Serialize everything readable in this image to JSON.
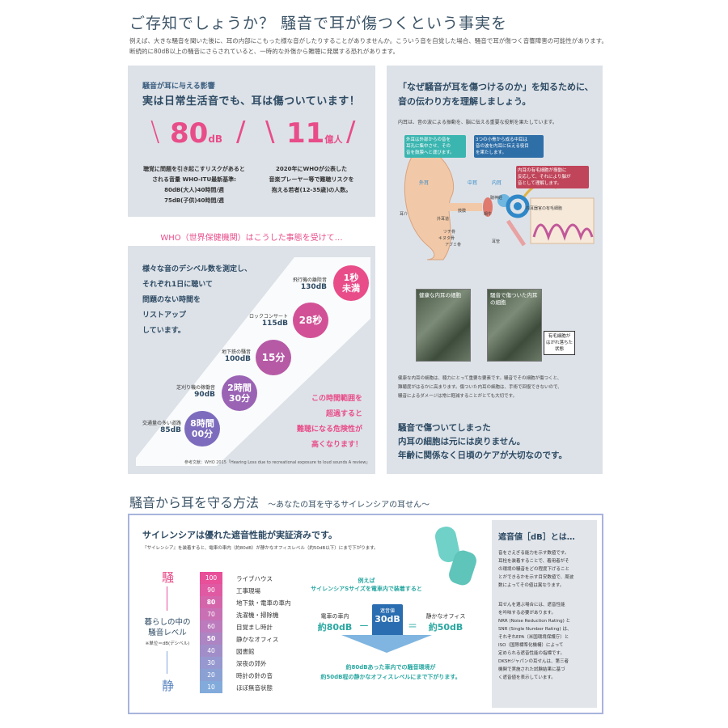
{
  "header": {
    "title": "ご存知でしょうか？ 騒音で耳が傷つくという事実を",
    "intro1": "例えば、大きな騒音を聞いた後に、耳の内部にこもった様な音がしたりすることがありませんか。こういう音を自覚した場合、騒音で耳が傷つく音響障害の可能性があります。",
    "intro2": "断続的に80dB以上の騒音にさらされていると、一時的な外傷から難聴に発展する恐れがあります。"
  },
  "impact": {
    "label": "騒音が耳に与える影響",
    "headline": "実は日常生活音でも、耳は傷ついています！",
    "stat1_num": "80",
    "stat1_unit": "dB",
    "stat2_num": "11",
    "stat2_unit": "億人",
    "text1a": "聴覚に問題を引き起こすリスクがあると",
    "text1b": "される音量  WHO-ITU最新基準:",
    "text1c": "80dB(大人)40時間/週",
    "text1d": "75dB(子供)40時間/週",
    "text2a": "2020年にWHOが公表した",
    "text2b": "音楽プレーヤー等で難聴リスクを",
    "text2c": "抱える若者(12-35歳)の人数。"
  },
  "who": {
    "heading": "WHO（世界保健機関）はこうした事態を受けて…",
    "desc": [
      "様々な音のデシベル数を測定し、",
      "それぞれ1日に聴いて",
      "問題のない時間を",
      "リストアップ",
      "しています。"
    ],
    "items": [
      {
        "label": "飛行機の離陸音",
        "db": "130dB",
        "time1": "1秒",
        "time2": "未満",
        "color": "#e84d8a"
      },
      {
        "label": "ロックコンサート",
        "db": "115dB",
        "time1": "28秒",
        "time2": "",
        "color": "#d25196"
      },
      {
        "label": "地下鉄の騒音",
        "db": "100dB",
        "time1": "15分",
        "time2": "",
        "color": "#b65aa6"
      },
      {
        "label": "芝刈り機の稼働音",
        "db": "90dB",
        "time1": "2時間",
        "time2": "30分",
        "color": "#9a63b4"
      },
      {
        "label": "交通量の多い道路",
        "db": "85dB",
        "time1": "8時間",
        "time2": "00分",
        "color": "#7d6cbd"
      }
    ],
    "warn": [
      "この時間範囲を",
      "超過すると",
      "難聴になる危険性が",
      "高くなります！"
    ],
    "ref": "参考文献：WHO 2015「Hearing Loss due to recreational exposure to loud sounds A review」"
  },
  "ear": {
    "heading1": "「なぜ騒音が耳を傷つけるのか」を知るために、",
    "heading2": "音の伝わり方を理解しましょう。",
    "sub": "内耳は、音の波による振動を、脳に伝える重要な役割を果たしています。",
    "box1": [
      "外耳は外部からの音を",
      "耳孔に集中させ、その",
      "音を鼓膜へと運びます。"
    ],
    "box2": [
      "3つの小骨から成る中耳は",
      "音の波を内耳に伝える役目",
      "を果たします。"
    ],
    "box3": [
      "内耳の有毛細胞が振動に",
      "反応して、それにより脳が",
      "音として理解します。"
    ],
    "lbl_outer": "外耳",
    "lbl_middle": "中耳",
    "lbl_inner": "内耳",
    "parts": [
      "耳介",
      "外耳道",
      "鼓膜",
      "ツチ骨",
      "キヌタ骨",
      "アブミ骨",
      "聴神経",
      "蝸牛",
      "耳管",
      "内耳器官の有毛細胞"
    ],
    "micro1": "健康な内耳の細胞",
    "micro2": "騒音で傷ついた内耳の細胞",
    "micro_note": [
      "有毛細胞が",
      "はがれ落ちた",
      "状態"
    ],
    "para": [
      "健康な内耳の細胞は、聴力にとって重要な要素です。騒音でその細胞が傷つくと、",
      "難聴度がはるかに高まります。傷ついた内耳の細胞は、手術で回復できないので、",
      "騒音によるダメージは常に軽減することがとても大切です。"
    ],
    "closing": [
      "騒音で傷ついてしまった",
      "内耳の細胞は元には戻りません。",
      "年齢に関係なく日頃のケアが大切なのです。"
    ]
  },
  "protect": {
    "title": "騒音から耳を守る方法",
    "subtitle": "～あなたの耳を守るサイレンシアの耳せん～",
    "box_headline": "サイレンシアは優れた遮音性能が実証済みです。",
    "box_note": "『サイレンシア』を装着すると、電車の車内（約80dB）が静かなオフィスレベル（約50dB以下）にまで下がります。",
    "loud": "騒",
    "quiet": "静",
    "level_title1": "暮らしの中の",
    "level_title2": "騒音レベル",
    "level_unit": "※単位＝dB(デシベル)",
    "levels": [
      {
        "v": "100",
        "label": "ライブハウス",
        "color": "#e8509a"
      },
      {
        "v": "90",
        "label": "工事現場",
        "color": "#df5aa2"
      },
      {
        "v": "80",
        "label": "地下鉄・電車の車内",
        "color": "#d465ab"
      },
      {
        "v": "70",
        "label": "洗濯機・掃除機",
        "color": "#c970b4"
      },
      {
        "v": "60",
        "label": "目覚まし時計",
        "color": "#bb7bbd"
      },
      {
        "v": "50",
        "label": "静かなオフィス",
        "color": "#ad85c3"
      },
      {
        "v": "40",
        "label": "図書館",
        "color": "#a18ec9"
      },
      {
        "v": "30",
        "label": "深夜の郊外",
        "color": "#9698cf"
      },
      {
        "v": "20",
        "label": "時計の針の音",
        "color": "#8ba1d4"
      },
      {
        "v": "10",
        "label": "ほぼ無音状態",
        "color": "#82abdb"
      }
    ],
    "example1": "例えば",
    "example2": "サイレンシアSサイズを電車内で装着すると",
    "train": "電車の車内",
    "train_val": "約80dB",
    "minus": "ー",
    "nrr_lbl": "遮音値",
    "nrr_val": "30dB",
    "eq": "＝",
    "office": "静かなオフィス",
    "office_val": "約50dB",
    "result1": "約80dBあった車内での騒音環境が",
    "result2": "約50dB程の静かなオフィスレベルにまで下がります。",
    "side_title": "遮音値［dB］とは…",
    "side_p1": [
      "音をさえぎる能力を示す数値です。",
      "耳栓を装着することで、着用者がそ",
      "の環境の騒音をどの程度下げること",
      "とができるかを示す目安数値で、周波",
      "数によってその値は異なります。"
    ],
    "side_p2": [
      "耳せんを選ぶ場合には、遮音性能",
      "を吟味する必要があります。",
      "NRR (Noise Reduction Rating) と",
      "SNR (Single Number Rating) は、",
      "それぞれEPA（米国環境保護庁）と",
      "ISO（国際標準化機構）によって",
      "定められる遮音性能の指標です。",
      "DKSHジャパンの耳せんは、第三者",
      "機関で実施された試験結果に基づ",
      "く遮音値を表示しています。"
    ]
  },
  "colors": {
    "accent_pink": "#e84d8a",
    "accent_teal": "#3bb5b0",
    "navy": "#2d4a63"
  }
}
